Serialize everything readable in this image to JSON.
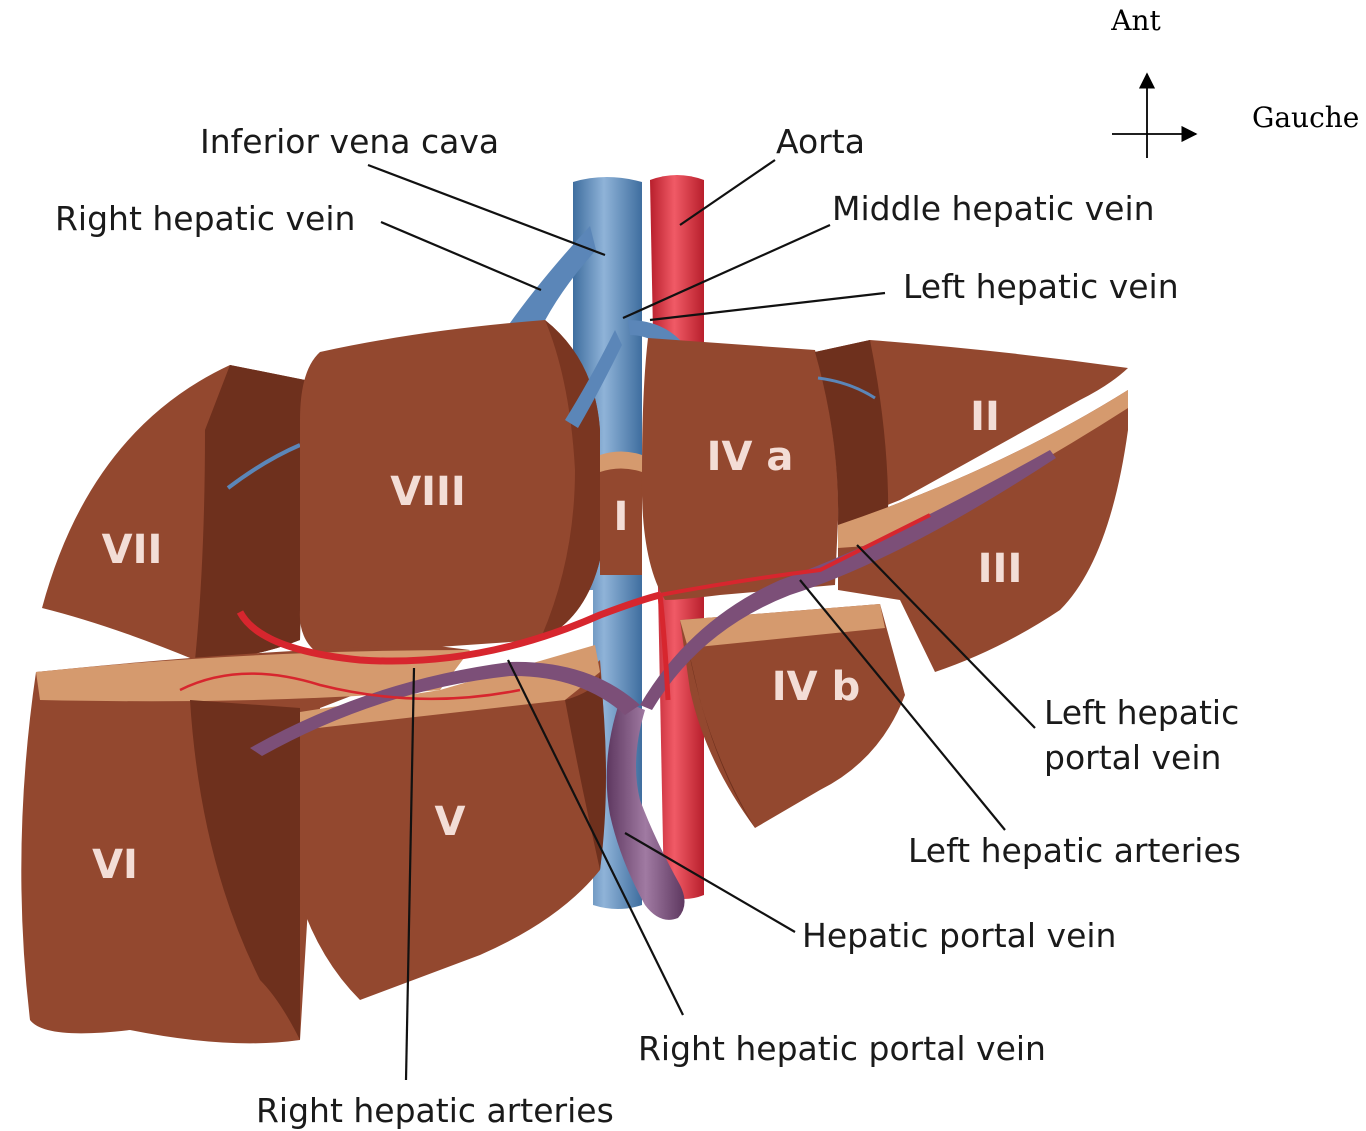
{
  "orientation": {
    "anterior": "Ant",
    "left": "Gauche"
  },
  "vessels": {
    "inferior_vena_cava": "Inferior vena cava",
    "aorta": "Aorta",
    "right_hepatic_vein": "Right hepatic vein",
    "middle_hepatic_vein": "Middle hepatic vein",
    "left_hepatic_vein": "Left hepatic vein",
    "left_hepatic_portal_vein_line1": "Left hepatic",
    "left_hepatic_portal_vein_line2": "portal vein",
    "left_hepatic_arteries": "Left hepatic arteries",
    "hepatic_portal_vein": "Hepatic portal vein",
    "right_hepatic_portal_vein": "Right hepatic portal vein",
    "right_hepatic_arteries": "Right hepatic arteries"
  },
  "segments": {
    "s1": "I",
    "s2": "II",
    "s3": "III",
    "s4a": "IV a",
    "s4b": "IV b",
    "s5": "V",
    "s6": "VI",
    "s7": "VII",
    "s8": "VIII"
  },
  "colors": {
    "liver": "#93482f",
    "liver_dark": "#6e301d",
    "liver_cut": "#d59a6e",
    "vein_blue": "#5b86b8",
    "aorta_red": "#dd3040",
    "portal_purple": "#7c4f78",
    "artery_red": "#d7262e"
  }
}
